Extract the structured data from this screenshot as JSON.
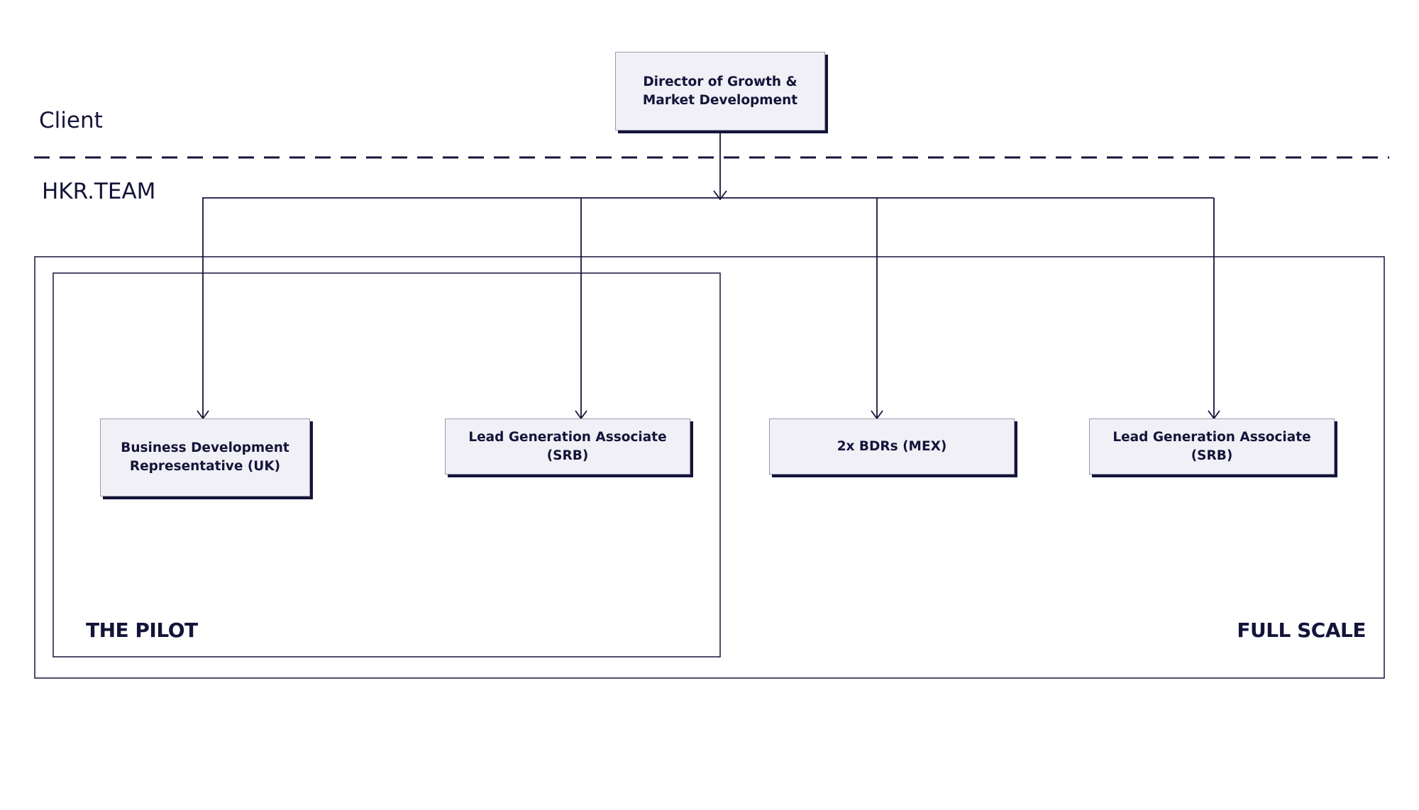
{
  "zones": {
    "client_label": "Client",
    "provider_label": "HKR.TEAM"
  },
  "groups": {
    "pilot_label": "THE PILOT",
    "full_scale_label": "FULL SCALE"
  },
  "nodes": {
    "director": "Director of Growth & Market Development",
    "bdr_uk": "Business Development Representative (UK)",
    "lga_srb_pilot": "Lead Generation Associate (SRB)",
    "bdrs_mex": "2x BDRs (MEX)",
    "lga_srb_full": "Lead Generation Associate (SRB)"
  },
  "edges": [
    {
      "from": "director",
      "to": "bdr_uk"
    },
    {
      "from": "director",
      "to": "lga_srb_pilot"
    },
    {
      "from": "director",
      "to": "bdrs_mex"
    },
    {
      "from": "director",
      "to": "lga_srb_full"
    }
  ],
  "colors": {
    "ink": "#14143a",
    "box_fill": "#f0f0f6",
    "box_border": "#9a9aae"
  }
}
